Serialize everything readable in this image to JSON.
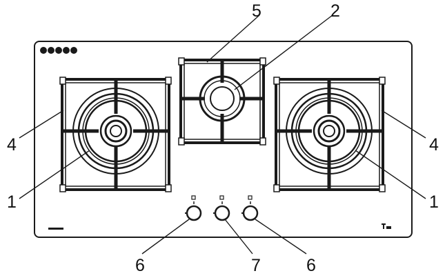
{
  "diagram": {
    "type": "gas hob top view",
    "callouts": {
      "left_burner_ring": "1",
      "right_burner_ring": "1",
      "center_burner_ring": "2",
      "left_pan_support": "4",
      "right_pan_support": "4",
      "center_pan_support": "5",
      "left_knob": "6",
      "right_knob": "6",
      "center_knob": "7"
    },
    "icons": {
      "top_left": "control-indicator-row-icon",
      "bottom_left": "model-mark-icon",
      "bottom_right": "brand-logo-icon"
    },
    "colors": {
      "line": "#1a1a1a",
      "background": "#ffffff"
    }
  }
}
